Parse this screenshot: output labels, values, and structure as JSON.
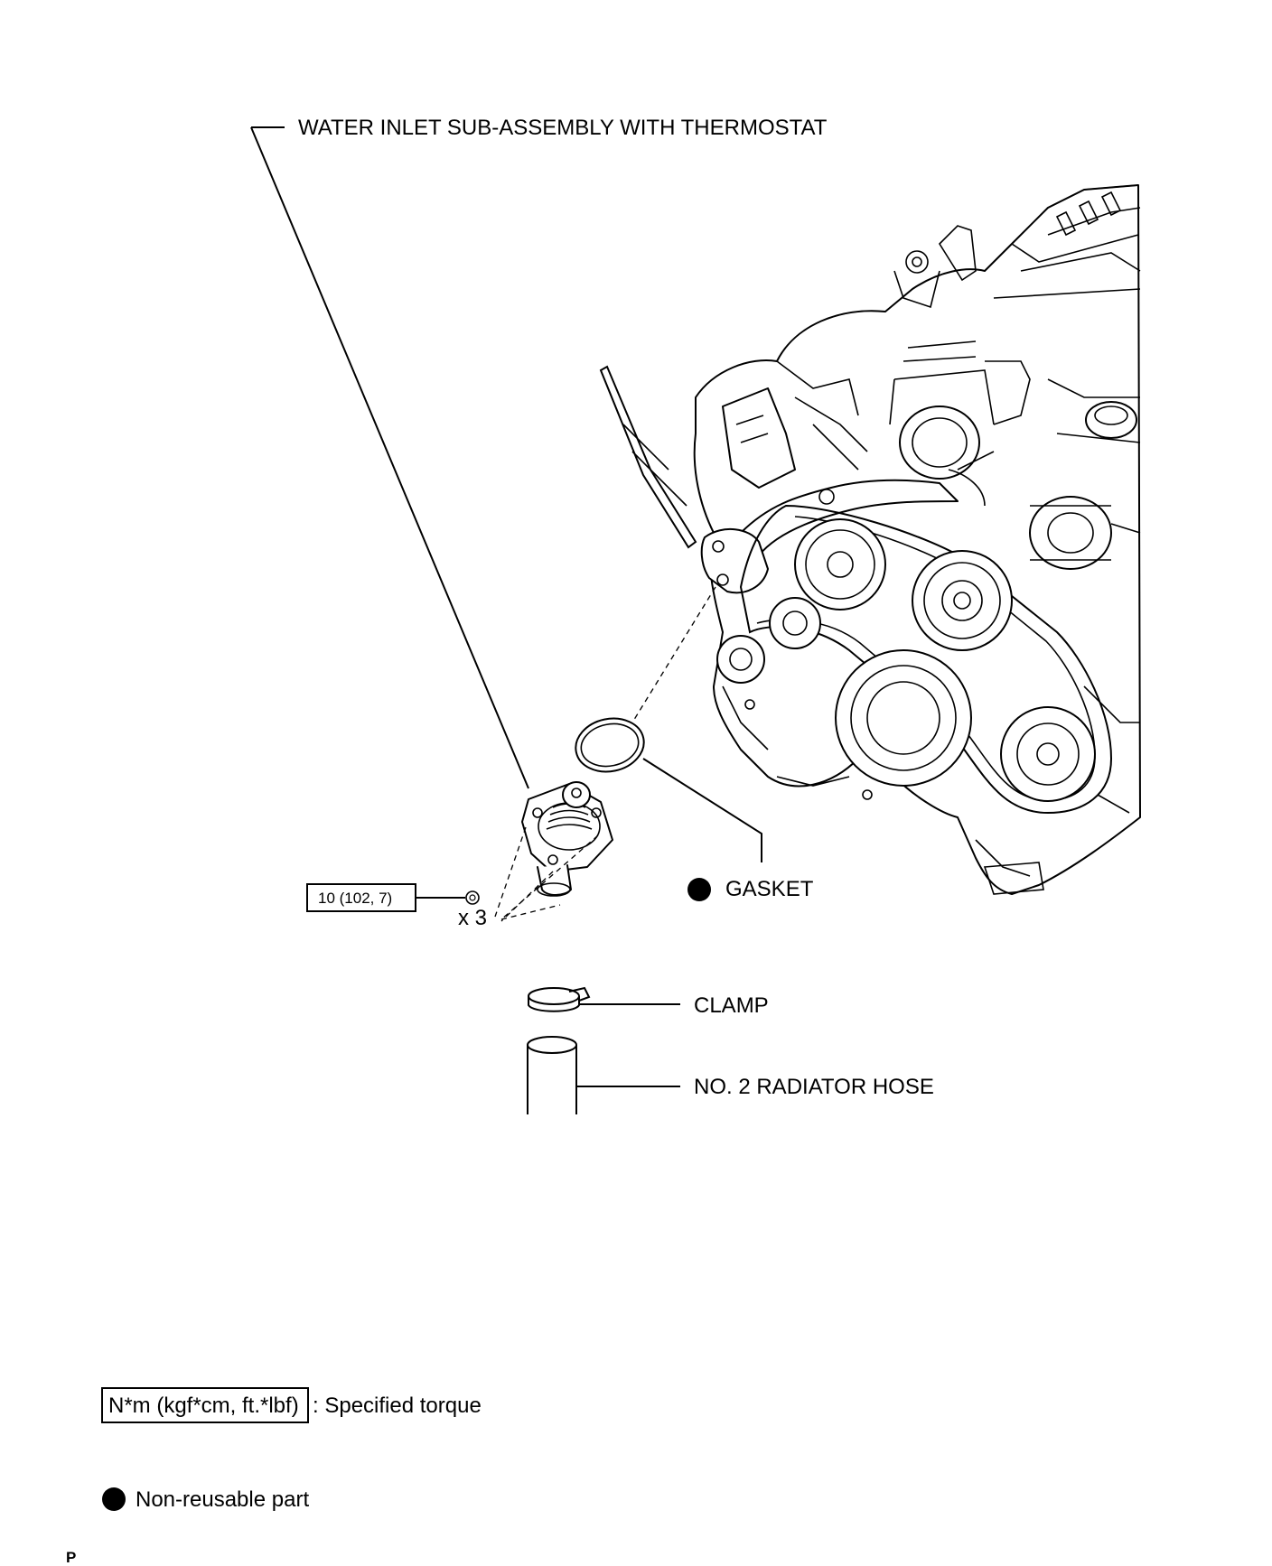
{
  "labels": {
    "water_inlet": "WATER INLET SUB-ASSEMBLY WITH THERMOSTAT",
    "gasket": "GASKET",
    "clamp": "CLAMP",
    "radiator_hose": "NO. 2 RADIATOR HOSE",
    "torque_value": "10 (102, 7)",
    "bolt_count": "x 3"
  },
  "legend": {
    "torque_box": "N*m (kgf*cm, ft.*lbf)",
    "torque_desc": ": Specified torque",
    "nonreusable_desc": "Non-reusable part"
  },
  "footer": {
    "code": "P"
  }
}
